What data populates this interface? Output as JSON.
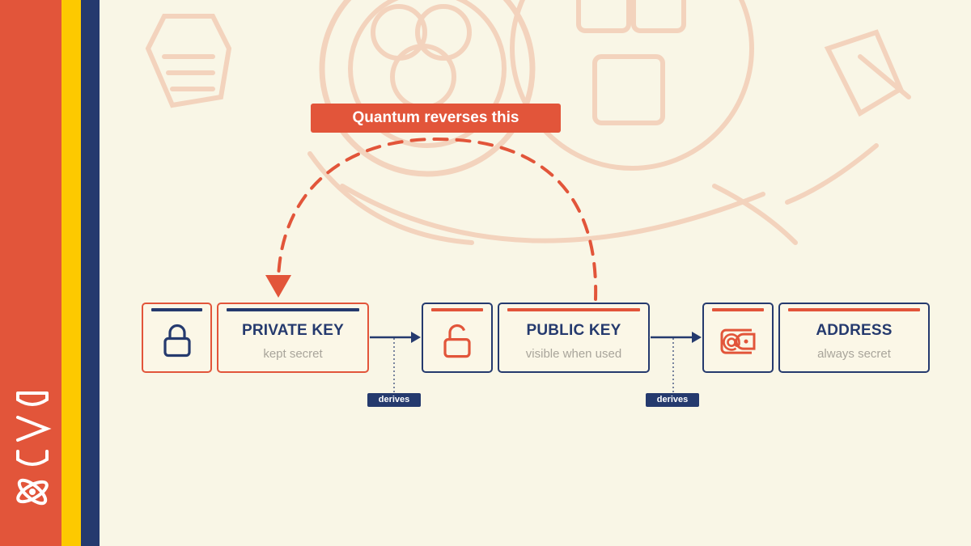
{
  "banner": {
    "label": "Quantum reverses this"
  },
  "steps": [
    {
      "icon": "lock-closed-icon",
      "title": "PRIVATE KEY",
      "subtitle": "kept secret"
    },
    {
      "icon": "lock-open-icon",
      "title": "PUBLIC KEY",
      "subtitle": "visible when used"
    },
    {
      "icon": "wallet-at-icon",
      "title": "ADDRESS",
      "subtitle": "always secret"
    }
  ],
  "connectors": [
    {
      "label": "derives"
    },
    {
      "label": "derives"
    }
  ],
  "colors": {
    "orange": "#e2553a",
    "yellow": "#fdc900",
    "navy": "#253a6e",
    "background": "#f9f6e6"
  }
}
